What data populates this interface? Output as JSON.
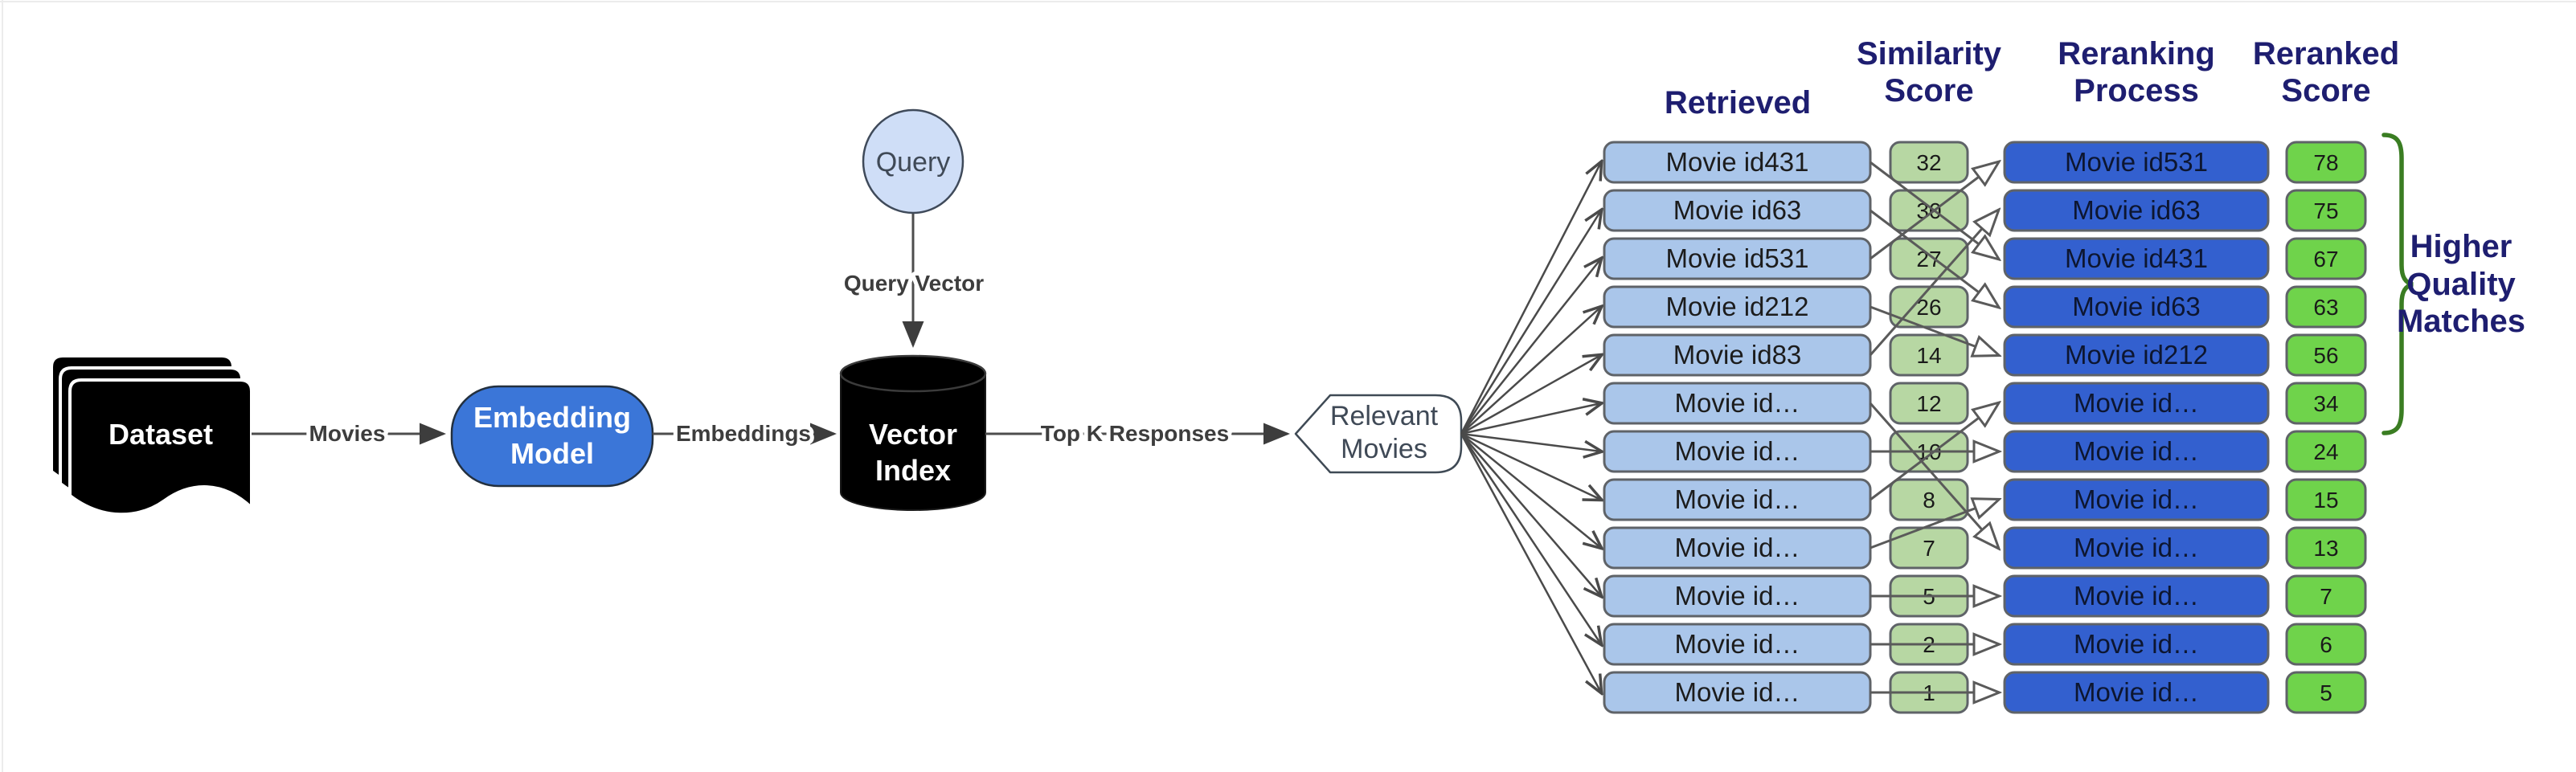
{
  "pipeline": {
    "dataset_label": "Dataset",
    "movies_label": "Movies",
    "embedding_model_line1": "Embedding",
    "embedding_model_line2": "Model",
    "embeddings_label": "Embeddings",
    "vector_index_line1": "Vector",
    "vector_index_line2": "Index",
    "query_label": "Query",
    "query_vector_label": "Query Vector",
    "topk_label": "Top K Responses",
    "relevant_line1": "Relevant",
    "relevant_line2": "Movies"
  },
  "columns": {
    "retrieved": "Retrieved",
    "similarity_line1": "Similarity",
    "similarity_line2": "Score",
    "reranking_line1": "Reranking",
    "reranking_line2": "Process",
    "reranked_line1": "Reranked",
    "reranked_line2": "Score"
  },
  "rows": [
    {
      "retrieved": "Movie id431",
      "similarity": 32,
      "rerank": "Movie id531",
      "score": 78,
      "to": 2
    },
    {
      "retrieved": "Movie id63",
      "similarity": 30,
      "rerank": "Movie id63",
      "score": 75,
      "to": 3
    },
    {
      "retrieved": "Movie id531",
      "similarity": 27,
      "rerank": "Movie id431",
      "score": 67,
      "to": 0
    },
    {
      "retrieved": "Movie id212",
      "similarity": 26,
      "rerank": "Movie id63",
      "score": 63,
      "to": 4
    },
    {
      "retrieved": "Movie id83",
      "similarity": 14,
      "rerank": "Movie id212",
      "score": 56,
      "to": 1
    },
    {
      "retrieved": "Movie id…",
      "similarity": 12,
      "rerank": "Movie id…",
      "score": 34,
      "to": 8
    },
    {
      "retrieved": "Movie id…",
      "similarity": 10,
      "rerank": "Movie id…",
      "score": 24,
      "to": 6
    },
    {
      "retrieved": "Movie id…",
      "similarity": 8,
      "rerank": "Movie id…",
      "score": 15,
      "to": 5
    },
    {
      "retrieved": "Movie id…",
      "similarity": 7,
      "rerank": "Movie id…",
      "score": 13,
      "to": 7
    },
    {
      "retrieved": "Movie id…",
      "similarity": 5,
      "rerank": "Movie id…",
      "score": 7,
      "to": 9
    },
    {
      "retrieved": "Movie id…",
      "similarity": 2,
      "rerank": "Movie id…",
      "score": 6,
      "to": 10
    },
    {
      "retrieved": "Movie id…",
      "similarity": 1,
      "rerank": "Movie id…",
      "score": 5,
      "to": 11
    }
  ],
  "annotation": {
    "line1": "Higher",
    "line2": "Quality",
    "line3": "Matches"
  },
  "colors": {
    "retrieved_box": "#aac6ea",
    "similarity_box": "#b7d7a3",
    "rerank_box": "#3360cf",
    "score_box": "#6fd34b",
    "box_border": "#5f6368",
    "header_text": "#1e1e70",
    "brace": "#3a7d22",
    "embedding_model_fill": "#3b76d8",
    "query_fill": "#cfdef7",
    "dataset_fill": "#000000",
    "arrow": "#4d4d4d"
  }
}
